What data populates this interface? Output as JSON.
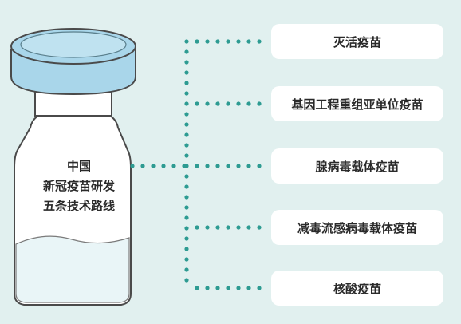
{
  "vial": {
    "line1": "中国",
    "line2": "新冠疫苗研发",
    "line3": "五条技术路线"
  },
  "routes": [
    {
      "label": "灭活疫苗"
    },
    {
      "label": "基因工程重组亚单位疫苗"
    },
    {
      "label": "腺病毒载体疫苗"
    },
    {
      "label": "减毒流感病毒载体疫苗"
    },
    {
      "label": "核酸疫苗"
    }
  ],
  "colors": {
    "background": "#e1f0ef",
    "cap": "#a9d6ea",
    "dots": "#2d9b92",
    "box": "#ffffff",
    "text": "#2a2a2a"
  }
}
